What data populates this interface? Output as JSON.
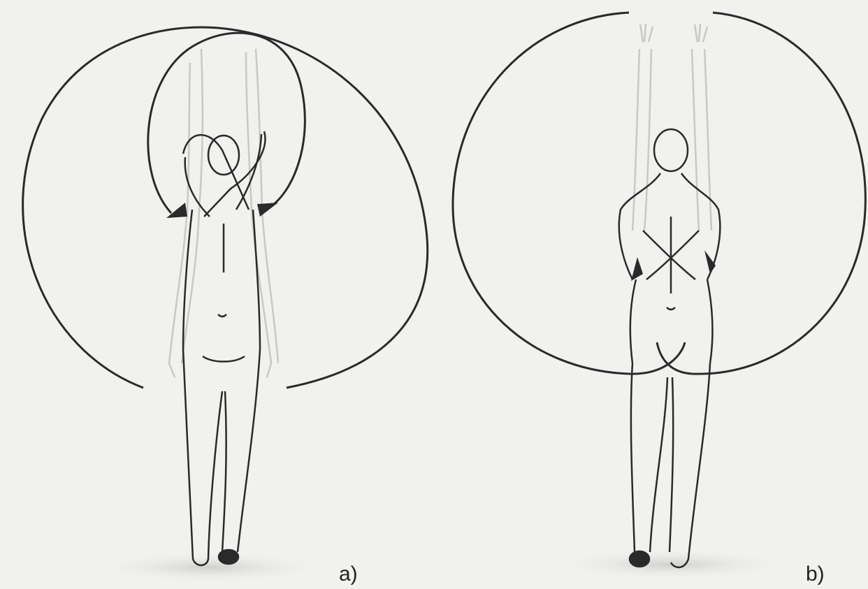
{
  "figure": {
    "panels": [
      {
        "label": "a)",
        "description_key": "arms-crossed-in-front-of-head"
      },
      {
        "label": "b)",
        "description_key": "arms-crossed-at-chest"
      }
    ]
  },
  "colors": {
    "background": "#f1f1ef",
    "ink": "#2a2a2a",
    "ghost_arm": "#c8c8c6",
    "shadow": "#d8d8d6"
  }
}
